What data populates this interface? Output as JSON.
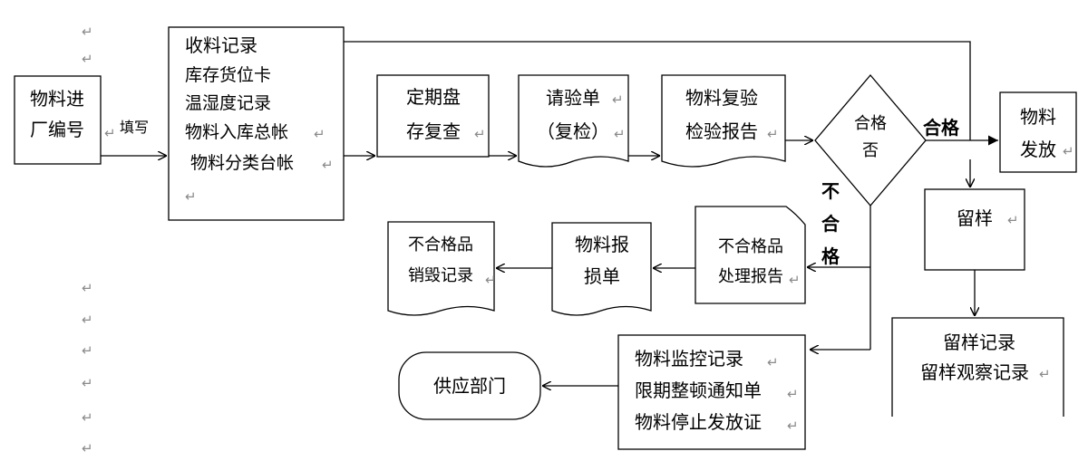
{
  "diagram": {
    "nodes": {
      "material_intake_number": [
        "物料进",
        "厂编号"
      ],
      "receiving_records": [
        "收料记录",
        "库存货位卡",
        "温湿度记录",
        "物料入库总帐",
        "物料分类台帐"
      ],
      "periodic_inventory": [
        "定期盘",
        "存复查"
      ],
      "inspection_request": [
        "请验单",
        "（复检）"
      ],
      "recheck_report": [
        "物料复验",
        "检验报告"
      ],
      "qualified_decision": [
        "合格",
        "否"
      ],
      "material_release": [
        "物料",
        "发放"
      ],
      "sample_retention": "留样",
      "sample_records": [
        "留样记录",
        "留样观察记录"
      ],
      "nonconforming_report": [
        "不合格品",
        "处理报告"
      ],
      "scrap_form": [
        "物料报",
        "损单"
      ],
      "destruction_record": [
        "不合格品",
        "销毁记录"
      ],
      "monitoring_records": [
        "物料监控记录",
        "限期整顿通知单",
        "物料停止发放证"
      ],
      "supplier_department": "供应部门"
    },
    "edge_labels": {
      "fill_in": "填写",
      "qualified": "合格",
      "not_qualified": [
        "不",
        "合",
        "格"
      ]
    },
    "colors": {
      "line": "#000000",
      "background": "#ffffff",
      "paragraph_marks": "#8a8a8a"
    },
    "paragraph_mark_symbol": "↵"
  }
}
